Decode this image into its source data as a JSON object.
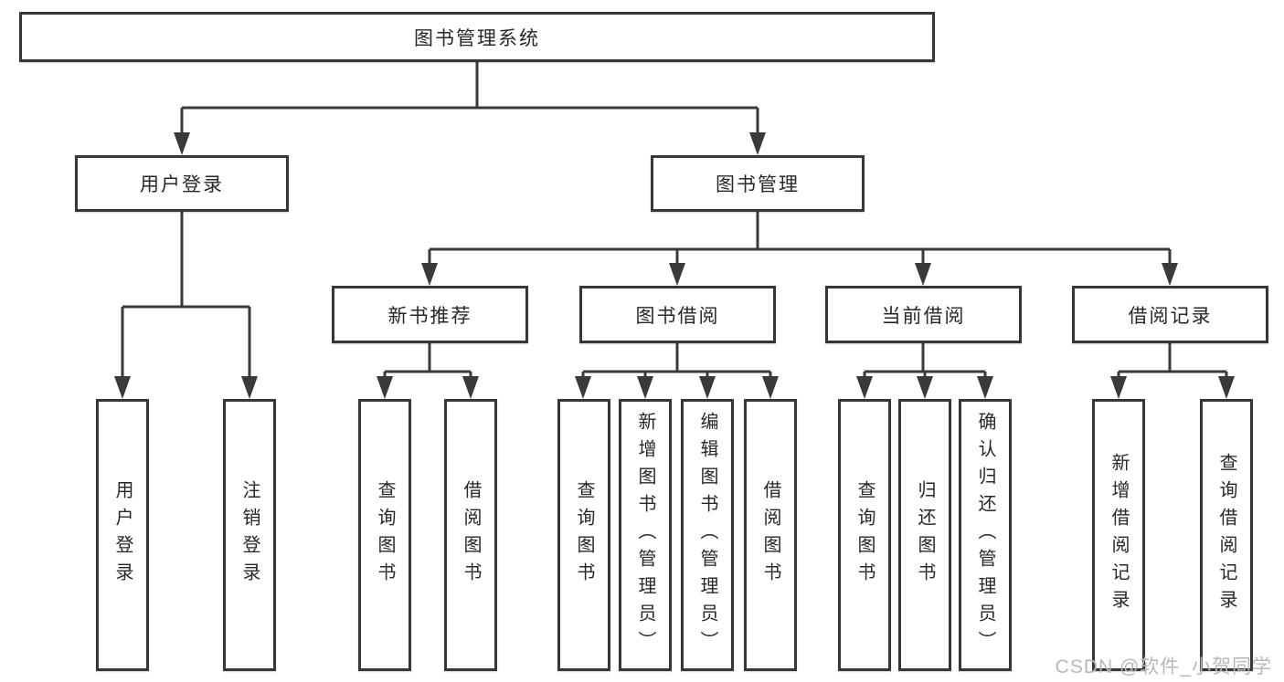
{
  "diagram": {
    "root": "图书管理系统",
    "branches": [
      {
        "label": "用户登录",
        "children": [
          "用户登录",
          "注销登录"
        ]
      },
      {
        "label": "图书管理",
        "children": [
          {
            "label": "新书推荐",
            "children": [
              "查询图书",
              "借阅图书"
            ]
          },
          {
            "label": "图书借阅",
            "children": [
              "查询图书",
              "新增图书（管理员）",
              "编辑图书（管理员）",
              "借阅图书"
            ]
          },
          {
            "label": "当前借阅",
            "children": [
              "查询图书",
              "归还图书",
              "确认归还（管理员）"
            ]
          },
          {
            "label": "借阅记录",
            "children": [
              "新增借阅记录",
              "查询借阅记录"
            ]
          }
        ]
      }
    ]
  },
  "watermark": "CSDN @软件_小贺同学",
  "colors": {
    "line": "#3a3a3a",
    "box_border": "#373737",
    "text": "#272727",
    "watermark": "#b8b8b8",
    "background": "#ffffff"
  }
}
